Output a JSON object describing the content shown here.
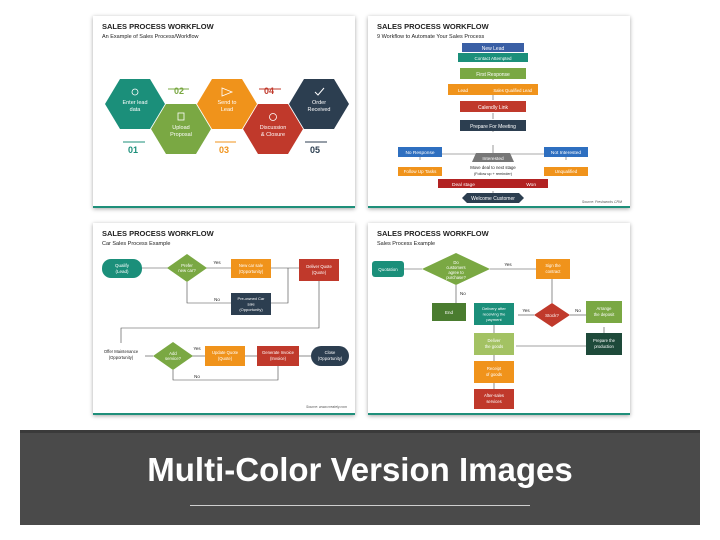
{
  "slides": [
    {
      "title": "SALES PROCESS WORKFLOW",
      "subtitle": "An Example of Sales Process/Workflow",
      "steps": [
        {
          "num": "01",
          "label": "Enter lead data",
          "color": "#1b8f7a"
        },
        {
          "num": "02",
          "label": "Upload Proposal",
          "color": "#7aa843"
        },
        {
          "num": "03",
          "label": "Send to Lead",
          "color": "#f0931b"
        },
        {
          "num": "04",
          "label": "Discussion & Closure",
          "color": "#c0392b"
        },
        {
          "num": "05",
          "label": "Order Received",
          "color": "#2c3e50"
        }
      ]
    },
    {
      "title": "SALES PROCESS WORKFLOW",
      "subtitle": "9 Workflow to Automate Your Sales Process",
      "nodes": {
        "new_lead": "New Lead",
        "contact_attempted": "Contact Attempted",
        "first_response": "First Response",
        "lead": "Lead",
        "sales_qualified_lead": "Sales Qualified Lead",
        "calendly_link": "Calendly Link",
        "prepare_meeting": "Prepare For Meeting",
        "no_response": "No Response",
        "interested": "Interested",
        "not_interested": "Not Interested",
        "follow_up_tasks": "Follow Up Tasks",
        "move_deal": "Move deal to next stage",
        "follow_up_reminder": "(Follow up + reminder)",
        "unqualified": "Unqualified",
        "deal_stage": "Deal stage",
        "won": "Won",
        "welcome_customer": "Welcome Customer"
      },
      "source": "Source: Freshworks CRM"
    },
    {
      "title": "SALES PROCESS WORKFLOW",
      "subtitle": "Car Sales Process Example",
      "nodes": {
        "qualify": "Qualify (Lead)",
        "prefer_new": "Prefer new car?",
        "yes1": "Yes",
        "new_car_sale": "New car sale (Opportunity)",
        "deliver_quote": "Deliver Quote (Quote)",
        "no1": "No",
        "preowned": "Pre-owned Car sale (Opportunity)",
        "offer_maintenance": "Offer Maintenance (Opportunity)",
        "add_service": "Add service?",
        "yes2": "Yes",
        "update_quote": "Update Quote (Quote)",
        "generate_invoice": "Generate Invoice (Invoice)",
        "close": "Close (Opportunity)",
        "no2": "No"
      },
      "source": "Source: www.creately.com"
    },
    {
      "title": "SALES PROCESS WORKFLOW",
      "subtitle": "Sales Process Example",
      "nodes": {
        "quotation": "Quotation",
        "customers_agree": "Do customers agree to purchase?",
        "yes1": "Yes",
        "sign_contract": "Sign the contract",
        "no1": "No",
        "end": "End",
        "delivery_after": "Delivery after receiving the payment",
        "yes2": "Yes",
        "stock": "Stock?",
        "no2": "No",
        "arrange_deposit": "Arrange the deposit",
        "deliver_goods": "Deliver the goods",
        "prepare_production": "Prepare the production",
        "receipt_goods": "Receipt of goods",
        "after_sales": "After-sales services"
      }
    }
  ],
  "banner": {
    "title": "Multi-Color Version Images"
  }
}
